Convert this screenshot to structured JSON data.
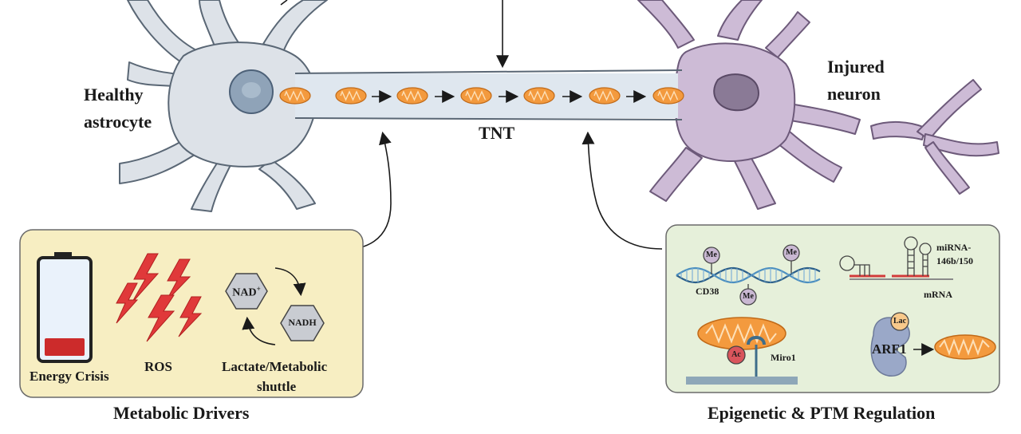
{
  "top": {
    "healthy_line1": "Healthy",
    "healthy_line2": "astrocyte",
    "tnt": "TNT",
    "injured_line1": "Injured",
    "injured_line2": "neuron"
  },
  "metabolic": {
    "title": "Metabolic Drivers",
    "energy": "Energy Crisis",
    "ros": "ROS",
    "nad": "NAD",
    "nad_sup": "+",
    "nadh": "NADH",
    "lactate_line1": "Lactate/Metabolic",
    "lactate_line2": "shuttle"
  },
  "epigenetic": {
    "title": "Epigenetic & PTM Regulation",
    "me": "Me",
    "cd38": "CD38",
    "mirna_line1": "miRNA-",
    "mirna_line2": "146b/150",
    "mrna": "mRNA",
    "ac": "Ac",
    "miro": "Miro1",
    "lac": "Lac",
    "arf1": "ARF1"
  },
  "colors": {
    "astrocyte": "#dde2e8",
    "neuron": "#cdbbd6",
    "mito": "#f39a3e",
    "panel_left": "#f7eec2",
    "panel_right": "#e6f0da",
    "ros": "#e0393a"
  }
}
